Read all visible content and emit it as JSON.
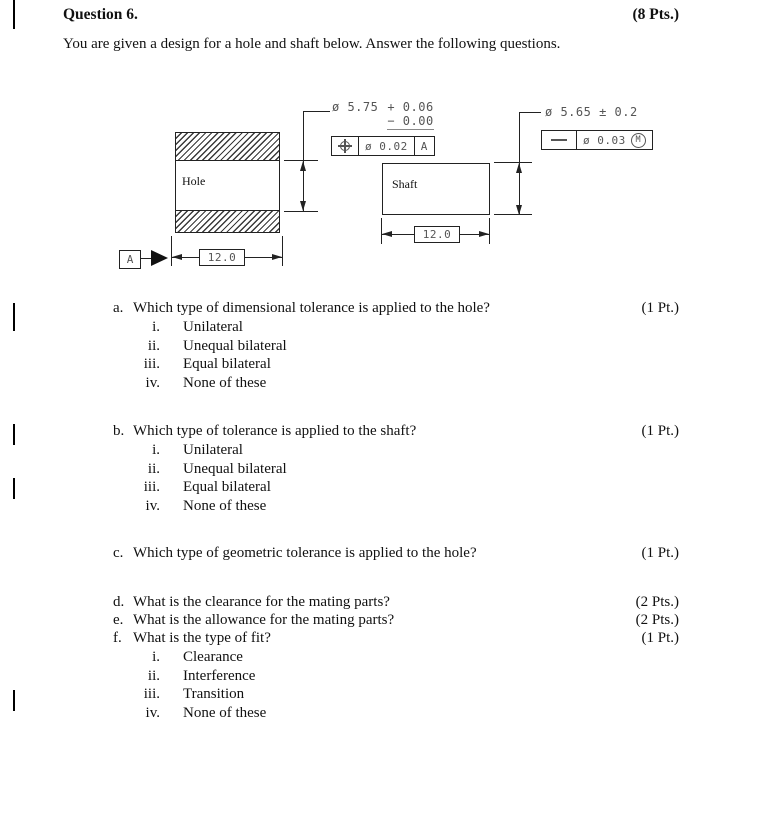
{
  "page": {
    "title": "Question 6.",
    "points_total": "(8 Pts.)",
    "intro": "You are given a design for a hole and shaft below. Answer the following questions."
  },
  "drawing": {
    "hole": {
      "part_label": "Hole",
      "diameter": "ø 5.75",
      "upper_tol": "+ 0.06",
      "lower_tol": "− 0.00",
      "width_dim": "12.0",
      "datum_flag": "A",
      "fcf": {
        "symbol_name": "position",
        "tolerance": "ø 0.02",
        "datum": "A"
      }
    },
    "shaft": {
      "part_label": "Shaft",
      "dimension": "ø 5.65 ± 0.2",
      "width_dim": "12.0",
      "fcf": {
        "symbol_name": "straightness",
        "tolerance": "ø 0.03",
        "modifier": "M"
      }
    }
  },
  "questions": [
    {
      "label": "a.",
      "text": "Which type of dimensional tolerance is applied to the hole?",
      "points": "(1 Pt.)",
      "options": [
        {
          "num": "i.",
          "text": "Unilateral"
        },
        {
          "num": "ii.",
          "text": "Unequal bilateral"
        },
        {
          "num": "iii.",
          "text": "Equal bilateral"
        },
        {
          "num": "iv.",
          "text": "None of these"
        }
      ]
    },
    {
      "label": "b.",
      "text": "Which type of tolerance is applied to the shaft?",
      "points": "(1 Pt.)",
      "options": [
        {
          "num": "i.",
          "text": "Unilateral"
        },
        {
          "num": "ii.",
          "text": "Unequal bilateral"
        },
        {
          "num": "iii.",
          "text": "Equal bilateral"
        },
        {
          "num": "iv.",
          "text": "None of these"
        }
      ]
    },
    {
      "label": "c.",
      "text": "Which type of geometric tolerance is applied to the hole?",
      "points": "(1 Pt.)",
      "options": []
    },
    {
      "label": "d.",
      "text": "What is the clearance for the mating parts?",
      "points": "(2 Pts.)",
      "options": []
    },
    {
      "label": "e.",
      "text": "What is the allowance for the mating parts?",
      "points": "(2 Pts.)",
      "options": []
    },
    {
      "label": "f.",
      "text": "What is the type of fit?",
      "points": "(1 Pt.)",
      "options": [
        {
          "num": "i.",
          "text": "Clearance"
        },
        {
          "num": "ii.",
          "text": "Interference"
        },
        {
          "num": "iii.",
          "text": "Transition"
        },
        {
          "num": "iv.",
          "text": "None of these"
        }
      ]
    }
  ]
}
